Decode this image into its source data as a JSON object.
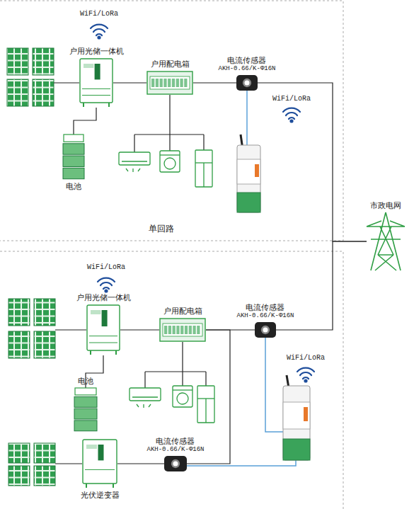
{
  "diagram": {
    "nodes": [
      {
        "text": [
          "户用光储一体机"
        ]
      },
      {
        "text": [
          "户用配电箱"
        ]
      },
      {
        "text": [
          "电流传感器",
          "AKH-0.66/K-Φ16N"
        ]
      },
      {
        "text": [
          "电池"
        ]
      },
      {
        "text": [
          "市政电网"
        ]
      },
      {
        "text": [
          "户用光储一体机"
        ]
      },
      {
        "text": [
          "户用配电箱"
        ]
      },
      {
        "text": [
          "电流传感器",
          "AKH-0.66/K-Φ16N"
        ]
      },
      {
        "text": [
          "电池"
        ]
      },
      {
        "text": [
          "电流传感器",
          "AKH-0.66/K-Φ16N"
        ]
      },
      {
        "text": [
          "光伏逆变器"
        ]
      }
    ],
    "edges": [
      {
        "from": 0,
        "to": 1,
        "arrow": "none"
      },
      {
        "from": 1,
        "to": 2,
        "arrow": "none"
      },
      {
        "from": 2,
        "to": 4,
        "arrow": "none"
      },
      {
        "from": 0,
        "to": 3,
        "arrow": "none"
      },
      {
        "from": 5,
        "to": 6,
        "arrow": "none"
      },
      {
        "from": 6,
        "to": 7,
        "arrow": "none"
      },
      {
        "from": 7,
        "to": 4,
        "arrow": "none"
      },
      {
        "from": 5,
        "to": 8,
        "arrow": "none"
      },
      {
        "from": 10,
        "to": 9,
        "arrow": "none"
      },
      {
        "from": 9,
        "to": 6,
        "arrow": "none"
      }
    ],
    "labels": [
      "WiFi/LoRa",
      "WiFi/LoRa",
      "单回路",
      "WiFi/LoRa",
      "WiFi/LoRa"
    ]
  }
}
